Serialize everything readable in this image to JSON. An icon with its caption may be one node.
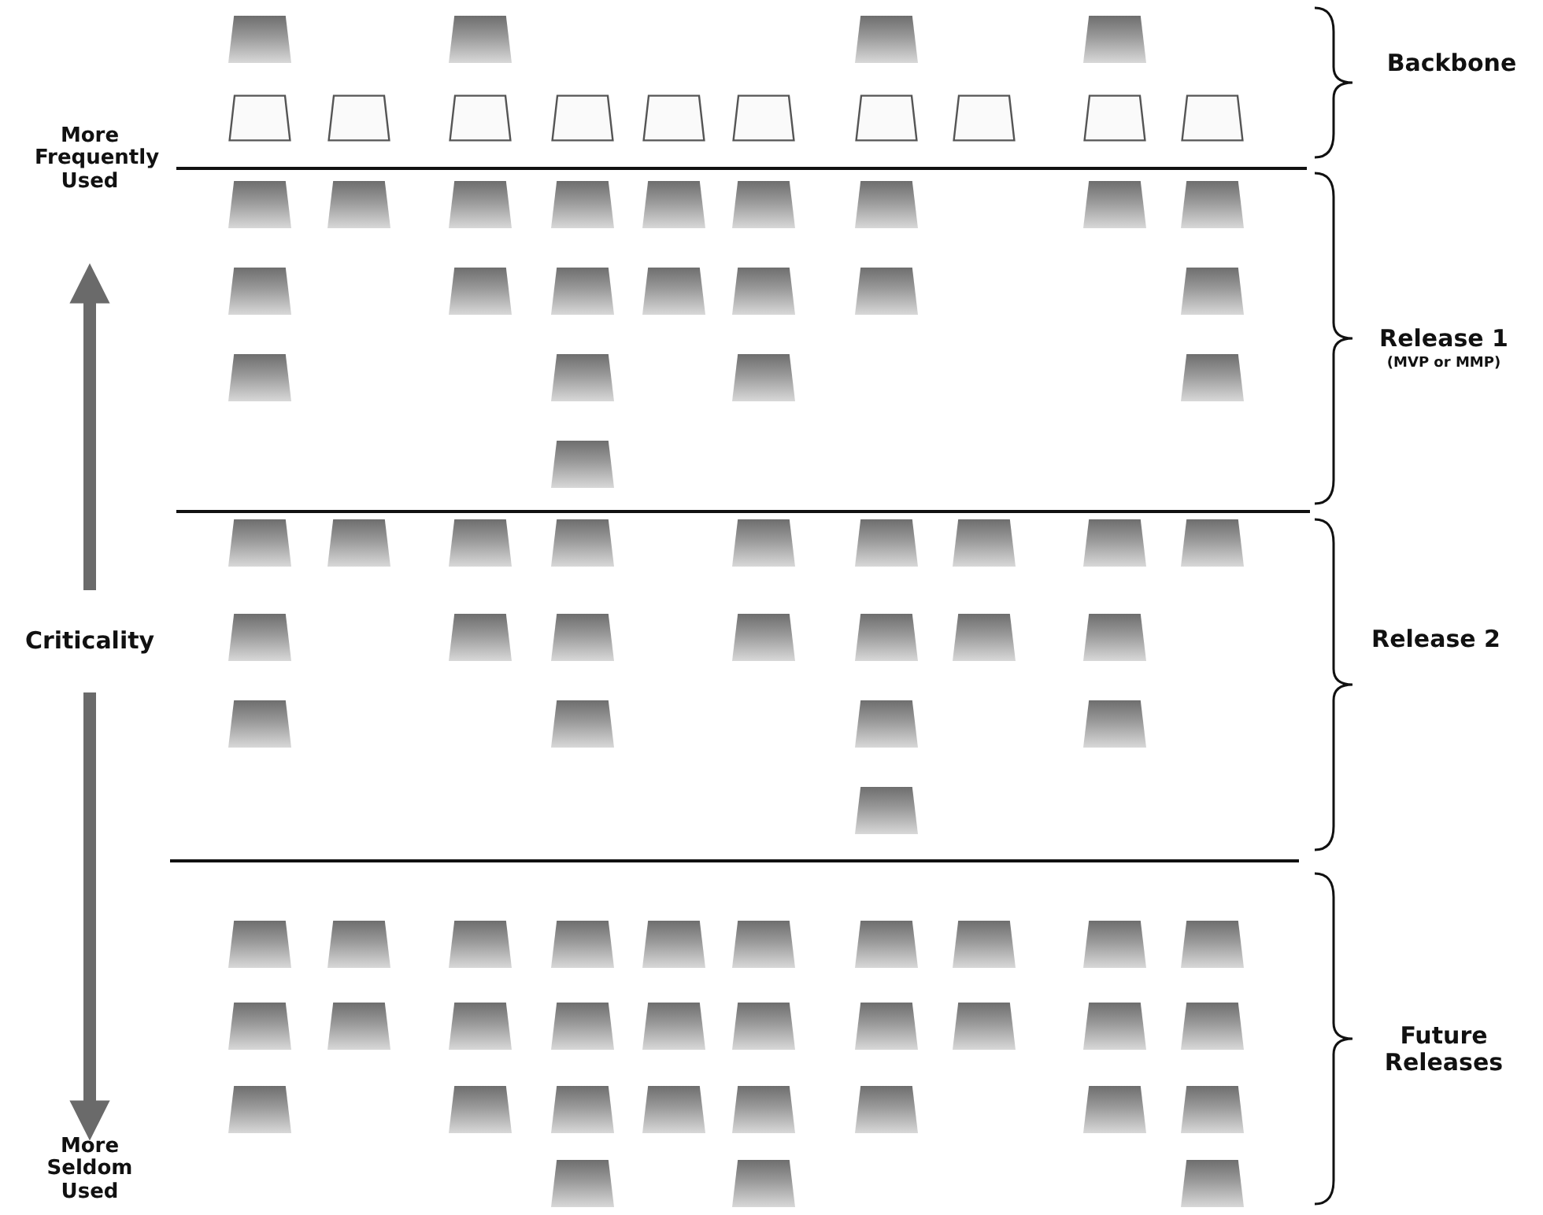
{
  "diagram": {
    "nodes": [
      {
        "text": [],
        "shape": "box"
      },
      {
        "text": [],
        "shape": "box"
      },
      {
        "text": [],
        "shape": "box"
      },
      {
        "text": [],
        "shape": "box"
      },
      {
        "text": [],
        "shape": "box"
      },
      {
        "text": [],
        "shape": "box"
      },
      {
        "text": [],
        "shape": "box"
      },
      {
        "text": [],
        "shape": "box"
      },
      {
        "text": [],
        "shape": "box"
      },
      {
        "text": [],
        "shape": "box"
      },
      {
        "text": [],
        "shape": "box"
      },
      {
        "text": [],
        "shape": "box"
      },
      {
        "text": [],
        "shape": "box"
      },
      {
        "text": [],
        "shape": "box"
      },
      {
        "text": [],
        "shape": "box"
      },
      {
        "text": [],
        "shape": "box"
      },
      {
        "text": [],
        "shape": "box"
      },
      {
        "text": [],
        "shape": "box"
      },
      {
        "text": [],
        "shape": "box"
      },
      {
        "text": [],
        "shape": "box"
      },
      {
        "text": [],
        "shape": "box"
      },
      {
        "text": [],
        "shape": "box"
      },
      {
        "text": [],
        "shape": "box"
      },
      {
        "text": [],
        "shape": "box"
      },
      {
        "text": [],
        "shape": "box"
      },
      {
        "text": [],
        "shape": "box"
      },
      {
        "text": [],
        "shape": "box"
      },
      {
        "text": [],
        "shape": "box"
      },
      {
        "text": [],
        "shape": "box"
      },
      {
        "text": [],
        "shape": "box"
      },
      {
        "text": [],
        "shape": "box"
      },
      {
        "text": [],
        "shape": "box"
      },
      {
        "text": [],
        "shape": "box"
      },
      {
        "text": [],
        "shape": "box"
      },
      {
        "text": [],
        "shape": "box"
      },
      {
        "text": [],
        "shape": "box"
      },
      {
        "text": [],
        "shape": "box"
      },
      {
        "text": [],
        "shape": "box"
      },
      {
        "text": [],
        "shape": "box"
      },
      {
        "text": [],
        "shape": "box"
      },
      {
        "text": [],
        "shape": "box"
      },
      {
        "text": [],
        "shape": "box"
      },
      {
        "text": [],
        "shape": "box"
      },
      {
        "text": [],
        "shape": "box"
      },
      {
        "text": [],
        "shape": "box"
      },
      {
        "text": [],
        "shape": "box"
      },
      {
        "text": [],
        "shape": "box"
      },
      {
        "text": [],
        "shape": "box"
      },
      {
        "text": [],
        "shape": "box"
      },
      {
        "text": [],
        "shape": "box"
      },
      {
        "text": [],
        "shape": "box"
      },
      {
        "text": [],
        "shape": "box"
      },
      {
        "text": [],
        "shape": "box"
      },
      {
        "text": [],
        "shape": "box"
      },
      {
        "text": [],
        "shape": "box"
      },
      {
        "text": [],
        "shape": "box"
      },
      {
        "text": [],
        "shape": "box"
      },
      {
        "text": [],
        "shape": "box"
      },
      {
        "text": [],
        "shape": "box"
      },
      {
        "text": [],
        "shape": "box"
      },
      {
        "text": [],
        "shape": "box"
      },
      {
        "text": [],
        "shape": "box"
      },
      {
        "text": [],
        "shape": "box"
      },
      {
        "text": [],
        "shape": "box"
      },
      {
        "text": [],
        "shape": "box"
      },
      {
        "text": [],
        "shape": "box"
      },
      {
        "text": [],
        "shape": "box"
      },
      {
        "text": [],
        "shape": "box"
      },
      {
        "text": [],
        "shape": "box"
      },
      {
        "text": [],
        "shape": "box"
      },
      {
        "text": [],
        "shape": "box"
      },
      {
        "text": [],
        "shape": "box"
      },
      {
        "text": [],
        "shape": "box"
      },
      {
        "text": [],
        "shape": "box"
      },
      {
        "text": [],
        "shape": "box"
      },
      {
        "text": [],
        "shape": "box"
      },
      {
        "text": [],
        "shape": "box"
      },
      {
        "text": [],
        "shape": "box"
      },
      {
        "text": [],
        "shape": "box"
      },
      {
        "text": [],
        "shape": "box"
      },
      {
        "text": [],
        "shape": "box"
      },
      {
        "text": [],
        "shape": "box"
      },
      {
        "text": [],
        "shape": "box"
      },
      {
        "text": [],
        "shape": "box"
      },
      {
        "text": [],
        "shape": "box"
      },
      {
        "text": [],
        "shape": "box"
      },
      {
        "text": [],
        "shape": "box"
      }
    ],
    "labels": [
      "Backbone",
      "More Frequently Used",
      "Release 1",
      "(MVP or MMP)",
      "Criticality",
      "Release 2",
      "Future Releases",
      "More Seldom Used"
    ]
  }
}
